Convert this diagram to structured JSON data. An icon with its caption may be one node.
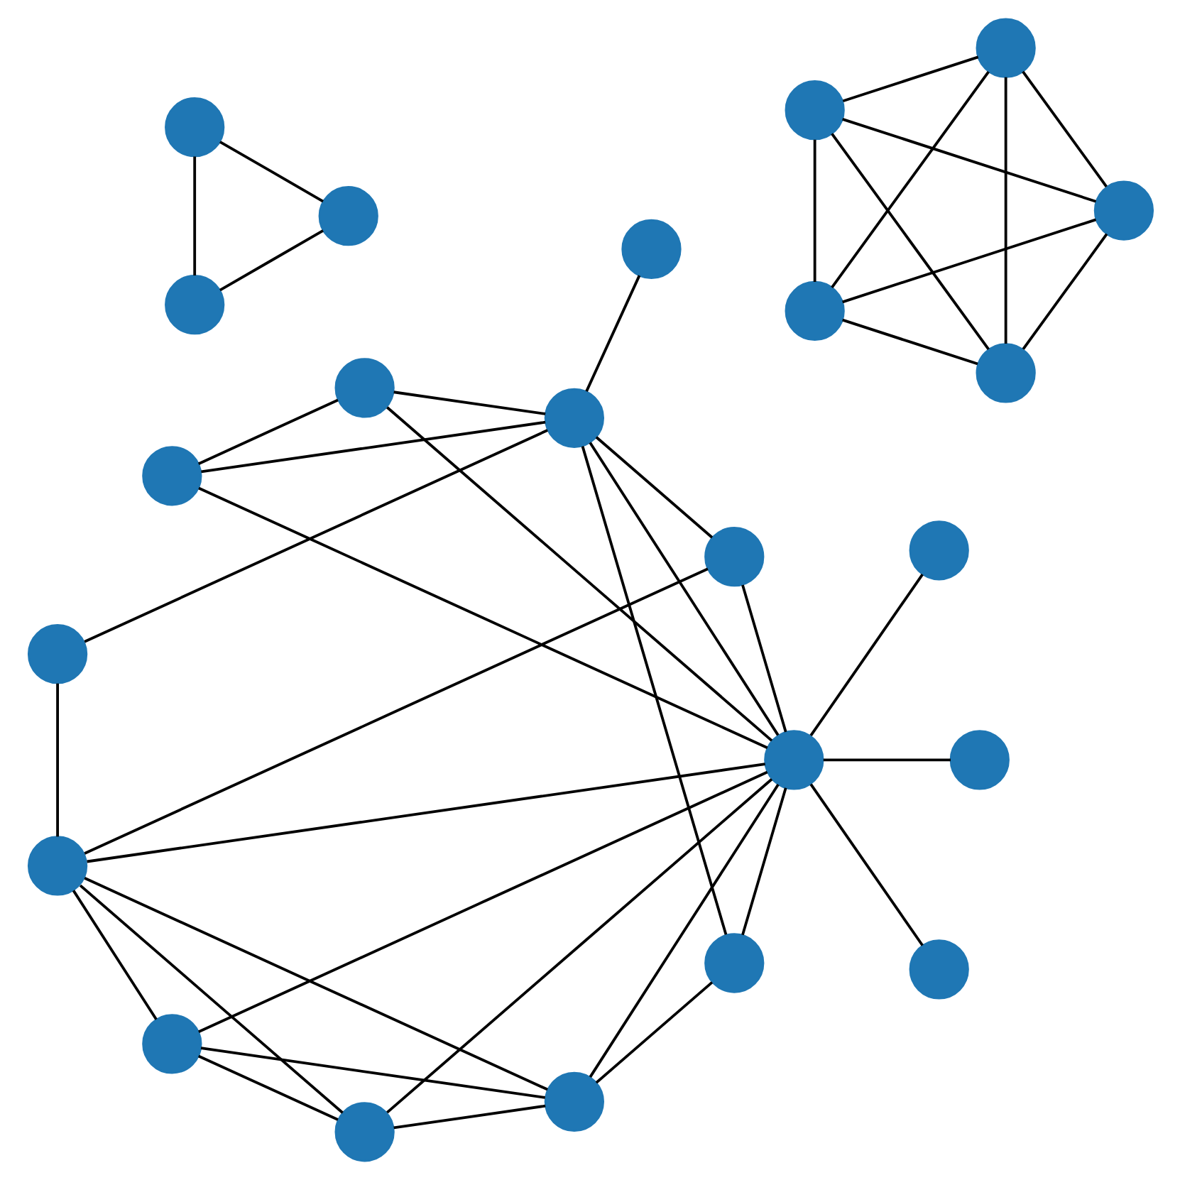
{
  "diagram": {
    "nodes": [
      {
        "text": [],
        "shape": "circle"
      },
      {
        "text": [],
        "shape": "circle"
      },
      {
        "text": [],
        "shape": "circle"
      },
      {
        "text": [],
        "shape": "circle"
      },
      {
        "text": [],
        "shape": "circle"
      },
      {
        "text": [],
        "shape": "circle"
      },
      {
        "text": [],
        "shape": "circle"
      },
      {
        "text": [],
        "shape": "circle"
      },
      {
        "text": [],
        "shape": "circle"
      },
      {
        "text": [],
        "shape": "circle"
      },
      {
        "text": [],
        "shape": "circle"
      },
      {
        "text": [],
        "shape": "circle"
      },
      {
        "text": [],
        "shape": "circle"
      },
      {
        "text": [],
        "shape": "circle"
      },
      {
        "text": [],
        "shape": "circle"
      },
      {
        "text": [],
        "shape": "circle"
      },
      {
        "text": [],
        "shape": "circle"
      },
      {
        "text": [],
        "shape": "circle"
      },
      {
        "text": [],
        "shape": "circle"
      },
      {
        "text": [],
        "shape": "circle"
      },
      {
        "text": [],
        "shape": "circle"
      },
      {
        "text": [],
        "shape": "circle"
      },
      {
        "text": [],
        "shape": "circle"
      }
    ],
    "edges": [
      {
        "from": 6,
        "to": 7,
        "arrow": "none"
      },
      {
        "from": 6,
        "to": 8,
        "arrow": "none"
      },
      {
        "from": 6,
        "to": 9,
        "arrow": "none"
      },
      {
        "from": 6,
        "to": 10,
        "arrow": "none"
      },
      {
        "from": 7,
        "to": 8,
        "arrow": "none"
      },
      {
        "from": 7,
        "to": 9,
        "arrow": "none"
      },
      {
        "from": 7,
        "to": 10,
        "arrow": "none"
      },
      {
        "from": 8,
        "to": 9,
        "arrow": "none"
      },
      {
        "from": 8,
        "to": 10,
        "arrow": "none"
      },
      {
        "from": 9,
        "to": 10,
        "arrow": "none"
      },
      {
        "from": 12,
        "to": 13,
        "arrow": "none"
      },
      {
        "from": 12,
        "to": 14,
        "arrow": "none"
      },
      {
        "from": 13,
        "to": 14,
        "arrow": "none"
      },
      {
        "from": 11,
        "to": 0,
        "arrow": "none"
      },
      {
        "from": 5,
        "to": 16,
        "arrow": "none"
      },
      {
        "from": 5,
        "to": 0,
        "arrow": "none"
      },
      {
        "from": 5,
        "to": 22,
        "arrow": "none"
      },
      {
        "from": 4,
        "to": 16,
        "arrow": "none"
      },
      {
        "from": 3,
        "to": 0,
        "arrow": "none"
      },
      {
        "from": 3,
        "to": 16,
        "arrow": "none"
      },
      {
        "from": 3,
        "to": 19,
        "arrow": "none"
      },
      {
        "from": 2,
        "to": 16,
        "arrow": "none"
      },
      {
        "from": 2,
        "to": 17,
        "arrow": "none"
      },
      {
        "from": 2,
        "to": 0,
        "arrow": "none"
      },
      {
        "from": 1,
        "to": 0,
        "arrow": "none"
      },
      {
        "from": 1,
        "to": 17,
        "arrow": "none"
      },
      {
        "from": 0,
        "to": 22,
        "arrow": "none"
      },
      {
        "from": 0,
        "to": 16,
        "arrow": "none"
      },
      {
        "from": 22,
        "to": 16,
        "arrow": "none"
      },
      {
        "from": 21,
        "to": 16,
        "arrow": "none"
      },
      {
        "from": 20,
        "to": 16,
        "arrow": "none"
      },
      {
        "from": 15,
        "to": 16,
        "arrow": "none"
      },
      {
        "from": 15,
        "to": 17,
        "arrow": "none"
      },
      {
        "from": 15,
        "to": 18,
        "arrow": "none"
      },
      {
        "from": 15,
        "to": 19,
        "arrow": "none"
      },
      {
        "from": 16,
        "to": 17,
        "arrow": "none"
      },
      {
        "from": 16,
        "to": 18,
        "arrow": "none"
      },
      {
        "from": 16,
        "to": 19,
        "arrow": "none"
      },
      {
        "from": 17,
        "to": 18,
        "arrow": "none"
      },
      {
        "from": 17,
        "to": 19,
        "arrow": "none"
      },
      {
        "from": 18,
        "to": 19,
        "arrow": "none"
      }
    ]
  }
}
